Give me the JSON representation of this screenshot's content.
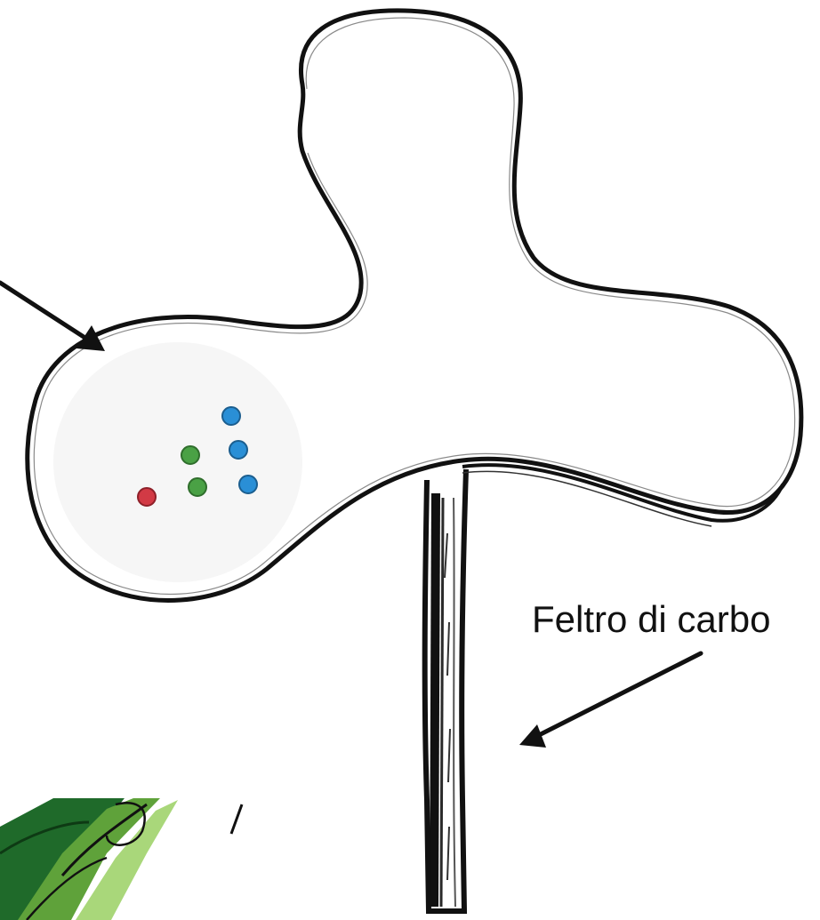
{
  "labels": {
    "carbon_felt": "Feltro di carbo"
  },
  "colors": {
    "outline": "#111111",
    "body_fill": "#ffffff",
    "inner_disc": "#f6f6f6",
    "dot_blue": "#2a8fd6",
    "dot_green": "#4aa145",
    "dot_red": "#d23a45",
    "leaf_dark": "#1f6a2a",
    "leaf_mid": "#5fa23a",
    "leaf_light": "#a9d77a"
  },
  "dots": [
    {
      "color": "blue"
    },
    {
      "color": "green"
    },
    {
      "color": "blue"
    },
    {
      "color": "red"
    },
    {
      "color": "green"
    },
    {
      "color": "blue"
    }
  ]
}
